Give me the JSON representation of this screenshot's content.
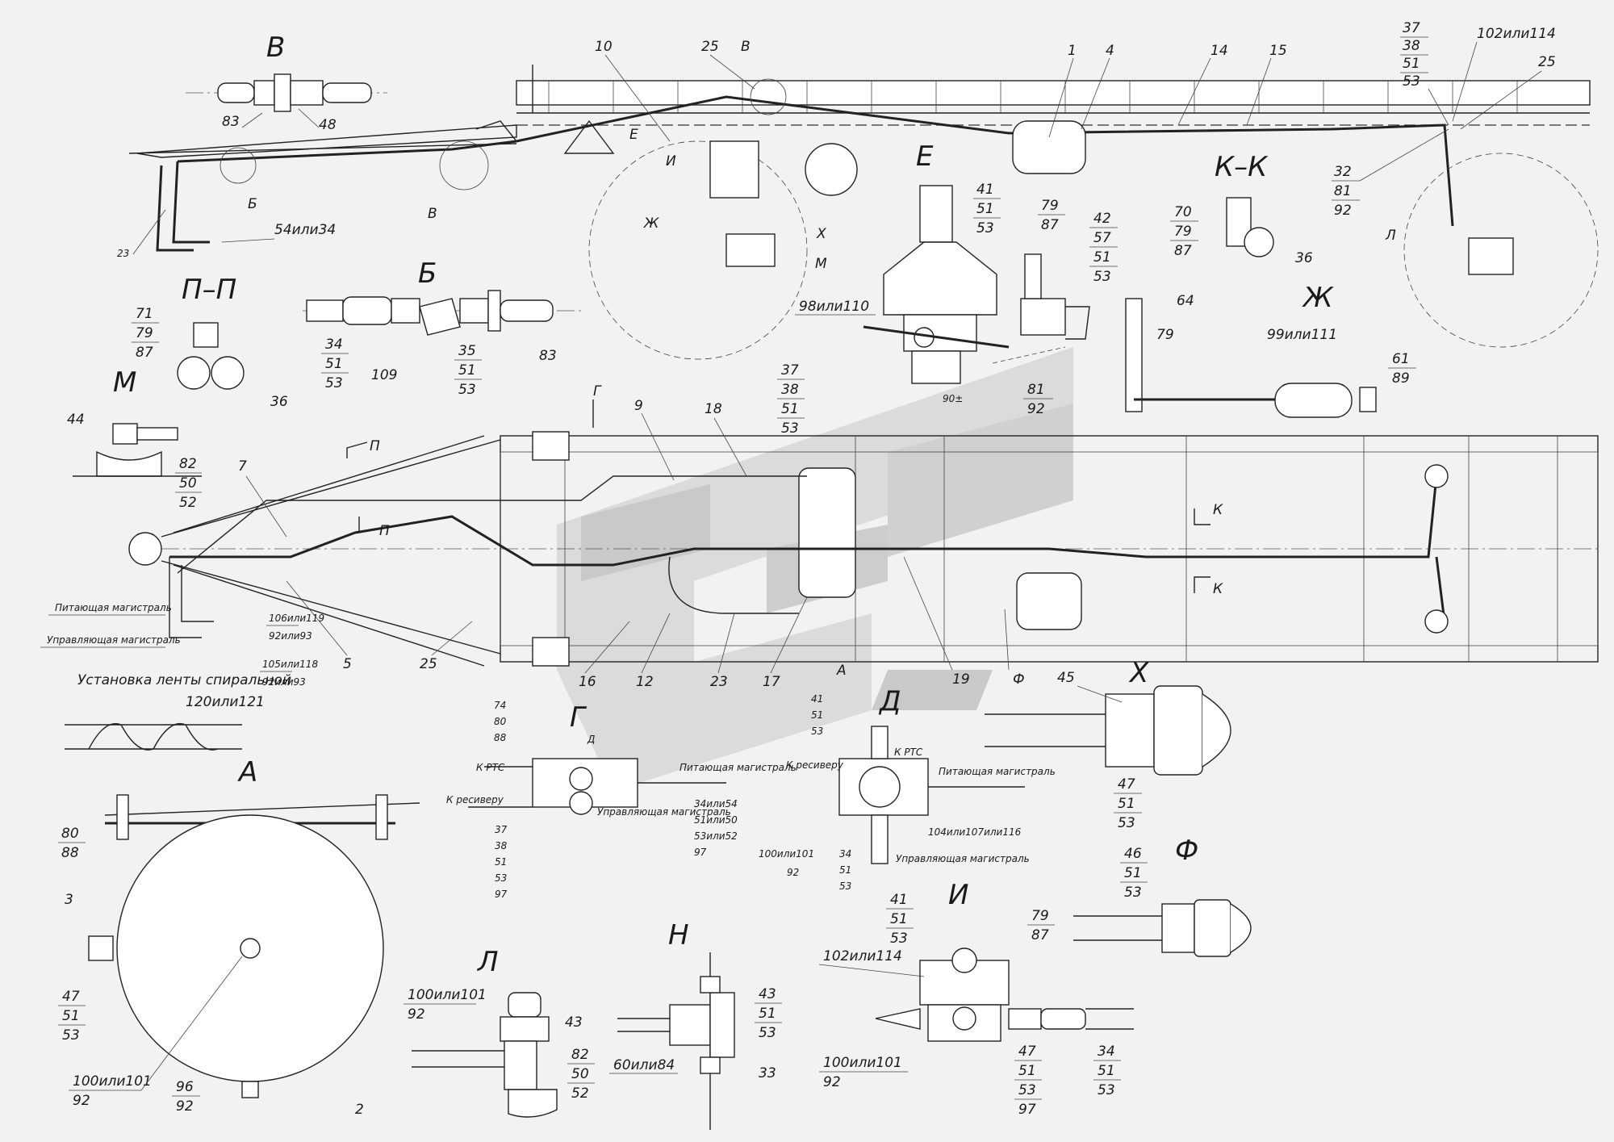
{
  "views": {
    "V": "В",
    "B": "Б",
    "PP": "П–П",
    "M": "М",
    "E": "Е",
    "KK": "К–К",
    "Zh": "Ж",
    "A": "А",
    "G": "Г",
    "D": "Д",
    "X": "Х",
    "F": "Ф",
    "I": "И",
    "N": "Н",
    "L": "Л"
  },
  "leaders": {
    "n10": "10",
    "n25": "25",
    "v_top": "В",
    "n1": "1",
    "n4": "4",
    "n14": "14",
    "n15": "15",
    "n37": "37",
    "n38": "38",
    "n51": "51",
    "n53": "53",
    "n102": "102или114",
    "n25b": "25",
    "n32": "32",
    "n81": "81",
    "n92": "92",
    "L_mark": "Л",
    "E_mark": "Е",
    "I_mark": "И",
    "Zh_mark": "Ж",
    "X_mark": "Х",
    "M_mark": "М",
    "B_circ": "Б",
    "V_circ": "В",
    "n23": "23",
    "n54": "54или34",
    "n83": "83",
    "n48": "48"
  },
  "stack": {
    "E_41": [
      "41",
      "51",
      "53"
    ],
    "E_79": [
      "79",
      "87"
    ],
    "E_42": [
      "42",
      "57",
      "51",
      "53"
    ],
    "E_98": "98или110",
    "E_81": [
      "81",
      "92"
    ],
    "E_90": "90±",
    "KK_70": [
      "70",
      "79",
      "87"
    ],
    "KK_36": "36",
    "B_34": [
      "34",
      "51",
      "53"
    ],
    "B_109": "109",
    "B_35": [
      "35",
      "51",
      "53"
    ],
    "B_83": "83",
    "PP_71": [
      "71",
      "79",
      "87"
    ],
    "PP_36": "36",
    "M_44": "44",
    "M_82": [
      "82",
      "50",
      "52"
    ],
    "Zh_64": "64",
    "Zh_79": "79",
    "Zh_99": "99или111",
    "Zh_61": [
      "61",
      "89"
    ]
  },
  "plan": {
    "n9": "9",
    "n18": "18",
    "n37": [
      "37",
      "38",
      "51",
      "53"
    ],
    "n7": "7",
    "G": "Г",
    "P": "П",
    "K": "К",
    "n5": "5",
    "n25": "25",
    "n16": "16",
    "n12": "12",
    "n23": "23",
    "n17": "17",
    "n19": "19",
    "F": "Ф",
    "A_mark": "А",
    "supply": "Питающая магистраль",
    "control": "Управляющая магистраль",
    "s106": [
      "106или119",
      "92или93"
    ],
    "s105": [
      "105или118",
      "92или93"
    ],
    "spiral": "Установка ленты спиральной",
    "n120": "120или121"
  },
  "detailA": {
    "n80": [
      "80",
      "88"
    ],
    "n3": "3",
    "n47": [
      "47",
      "51",
      "53"
    ],
    "n100": [
      "100или101",
      "92"
    ],
    "n96": [
      "96",
      "92"
    ],
    "n2": "2"
  },
  "detailG": {
    "n74": [
      "74",
      "80",
      "88"
    ],
    "D": "Д",
    "krts": "К РТС",
    "kres": "К ресиверу",
    "n37": [
      "37",
      "38",
      "51",
      "53",
      "97"
    ],
    "supply": "Питающая магистраль",
    "control": "Управляющая магистраль",
    "n34": [
      "34или54",
      "51или50",
      "53или52",
      "97"
    ]
  },
  "detailD": {
    "n41": [
      "41",
      "51",
      "53"
    ],
    "krts": "К РТС",
    "kres": "К ресиверу",
    "supply": "Питающая магистраль",
    "n100": [
      "100или101",
      "92"
    ],
    "n34": [
      "34",
      "51",
      "53"
    ],
    "n104": "104или107или116",
    "control": "Управляющая магистраль"
  },
  "detailX": {
    "n45": "45",
    "n47": [
      "47",
      "51",
      "53"
    ]
  },
  "detailF": {
    "n46": [
      "46",
      "51",
      "53"
    ]
  },
  "detailI": {
    "n41": [
      "41",
      "51",
      "53"
    ],
    "n79": [
      "79",
      "87"
    ],
    "n102": "102или114",
    "n100": [
      "100или101",
      "92"
    ],
    "n47": [
      "47",
      "51",
      "53",
      "97"
    ],
    "n34": [
      "34",
      "51",
      "53"
    ]
  },
  "detailN": {
    "n43": [
      "43",
      "51",
      "53"
    ],
    "n60": "60или84",
    "n33": "33"
  },
  "detailL": {
    "n100": [
      "100или101",
      "92"
    ],
    "n43": "43",
    "n82": [
      "82",
      "50",
      "52"
    ]
  }
}
